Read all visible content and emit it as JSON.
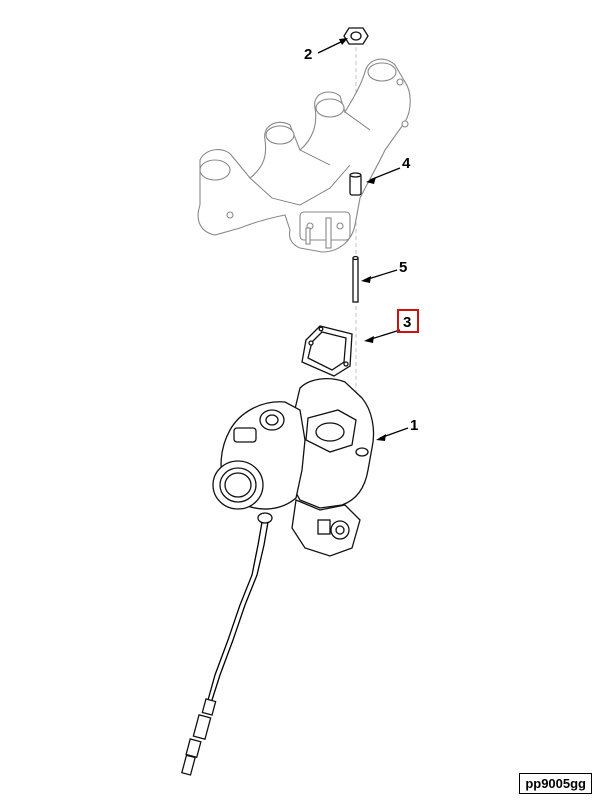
{
  "callouts": [
    {
      "id": "1",
      "label": "1",
      "highlighted": false
    },
    {
      "id": "2",
      "label": "2",
      "highlighted": false
    },
    {
      "id": "3",
      "label": "3",
      "highlighted": true
    },
    {
      "id": "4",
      "label": "4",
      "highlighted": false
    },
    {
      "id": "5",
      "label": "5",
      "highlighted": false
    }
  ],
  "reference_code": "pp9005gg",
  "colors": {
    "highlight": "#d01010",
    "line": "#000000",
    "ghost": "#888888"
  }
}
